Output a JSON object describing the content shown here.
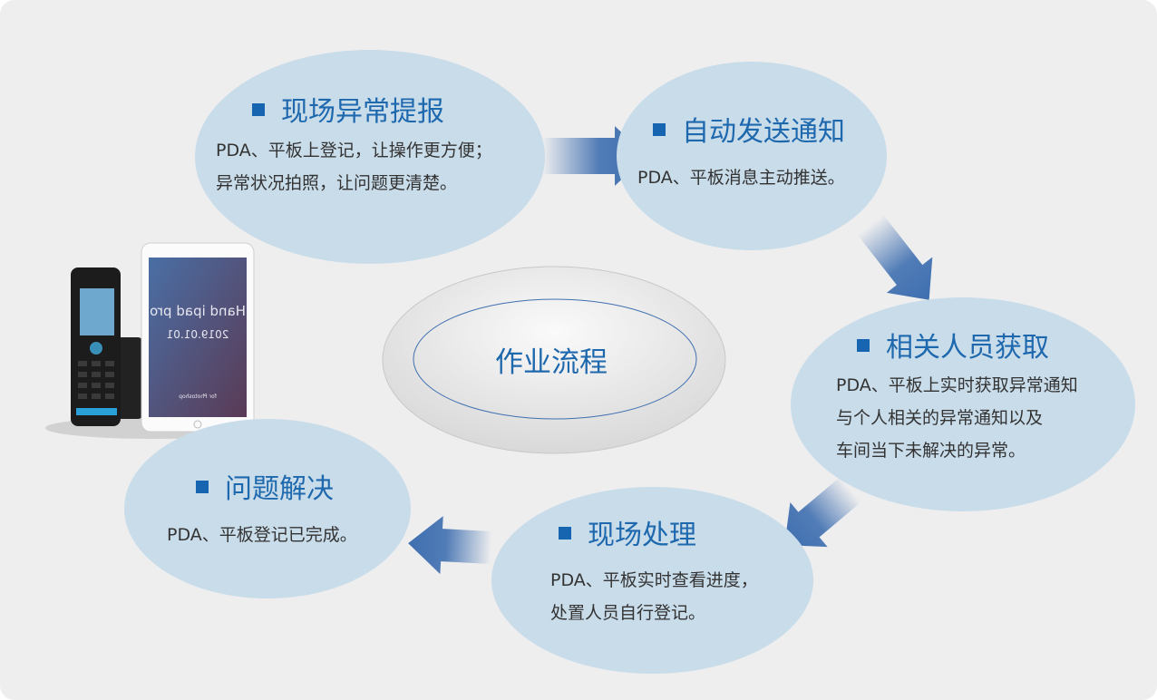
{
  "center": {
    "label": "作业流程"
  },
  "steps": [
    {
      "title": "现场异常提报",
      "lines": [
        "PDA、平板上登记，让操作更方便；",
        "异常状况拍照，让问题更清楚。"
      ]
    },
    {
      "title": "自动发送通知",
      "lines": [
        "PDA、平板消息主动推送。"
      ]
    },
    {
      "title": "相关人员获取",
      "lines": [
        "PDA、平板上实时获取异常通知",
        "与个人相关的异常通知以及",
        "车间当下未解决的异常。"
      ]
    },
    {
      "title": "现场处理",
      "lines": [
        "PDA、平板实时查看进度，",
        "处置人员自行登记。"
      ]
    },
    {
      "title": "问题解决",
      "lines": [
        "PDA、平板登记已完成。"
      ]
    }
  ],
  "device": {
    "tablet_title": "Hand ipad pro",
    "tablet_date": "2019.01.01",
    "tablet_footer": "for Photoshop"
  },
  "colors": {
    "bubble": "#c9dcea",
    "title": "#1e68ae",
    "arrow": "#3f6fb0",
    "background": "#eeeeef"
  }
}
